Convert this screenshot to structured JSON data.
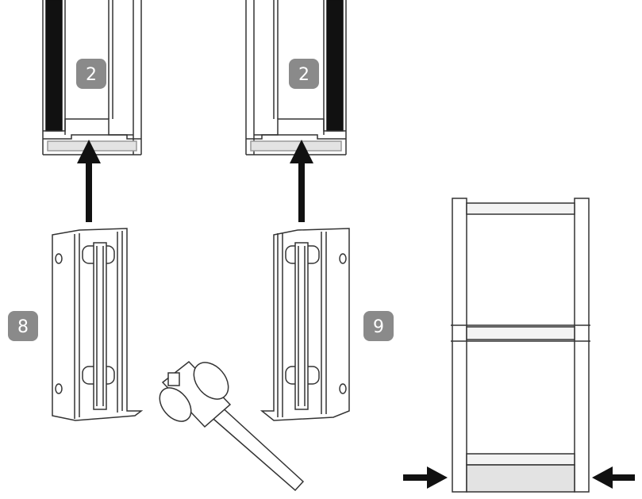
{
  "badges": {
    "left_profile": "2",
    "right_profile": "2",
    "left_foot": "8",
    "right_foot": "9"
  },
  "colors": {
    "line": "#333333",
    "badge": "#8a8a8a",
    "fill": "#ffffff",
    "shade": "#e3e3e3",
    "dark": "#111111"
  },
  "icons": [
    "arrow-up-icon",
    "arrow-right-icon",
    "arrow-left-icon",
    "mallet-icon"
  ]
}
